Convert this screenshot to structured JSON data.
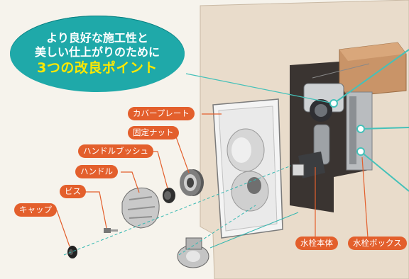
{
  "badge": {
    "line1": "より良好な施工性と",
    "line2": "美しい仕上がりのために",
    "highlight": "3つの改良ポイント"
  },
  "parts": {
    "cover_plate": "カバープレート",
    "fixing_nut": "固定ナット",
    "handle_bush": "ハンドルブッシュ",
    "handle": "ハンドル",
    "screw": "ビス",
    "cap": "キャップ",
    "faucet_body": "水栓本体",
    "faucet_box": "水栓ボックス"
  },
  "colors": {
    "label_bg": "#e35f2c",
    "badge_bg": "#1fa9a9",
    "highlight_text": "#ffe800",
    "wall": "#e8dccb",
    "leader_line": "#45c1b9"
  }
}
